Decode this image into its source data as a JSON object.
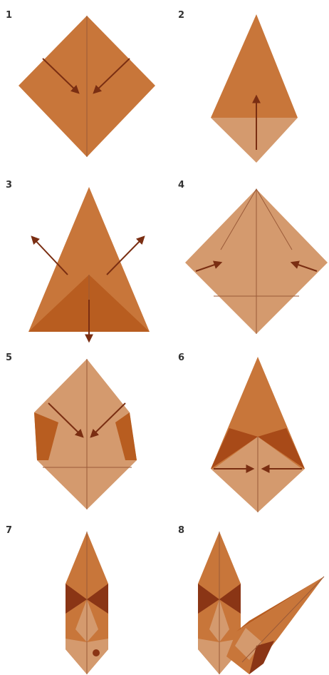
{
  "steps": [
    {
      "number": "1"
    },
    {
      "number": "2"
    },
    {
      "number": "3"
    },
    {
      "number": "4"
    },
    {
      "number": "5"
    },
    {
      "number": "6"
    },
    {
      "number": "7"
    },
    {
      "number": "8"
    }
  ],
  "colors": {
    "paper_light": "#d49a6e",
    "paper_mid": "#c8763a",
    "paper_dark": "#b85d20",
    "paper_deep": "#8a3515",
    "crease": "#9a5a38",
    "arrow": "#7a2e12"
  }
}
